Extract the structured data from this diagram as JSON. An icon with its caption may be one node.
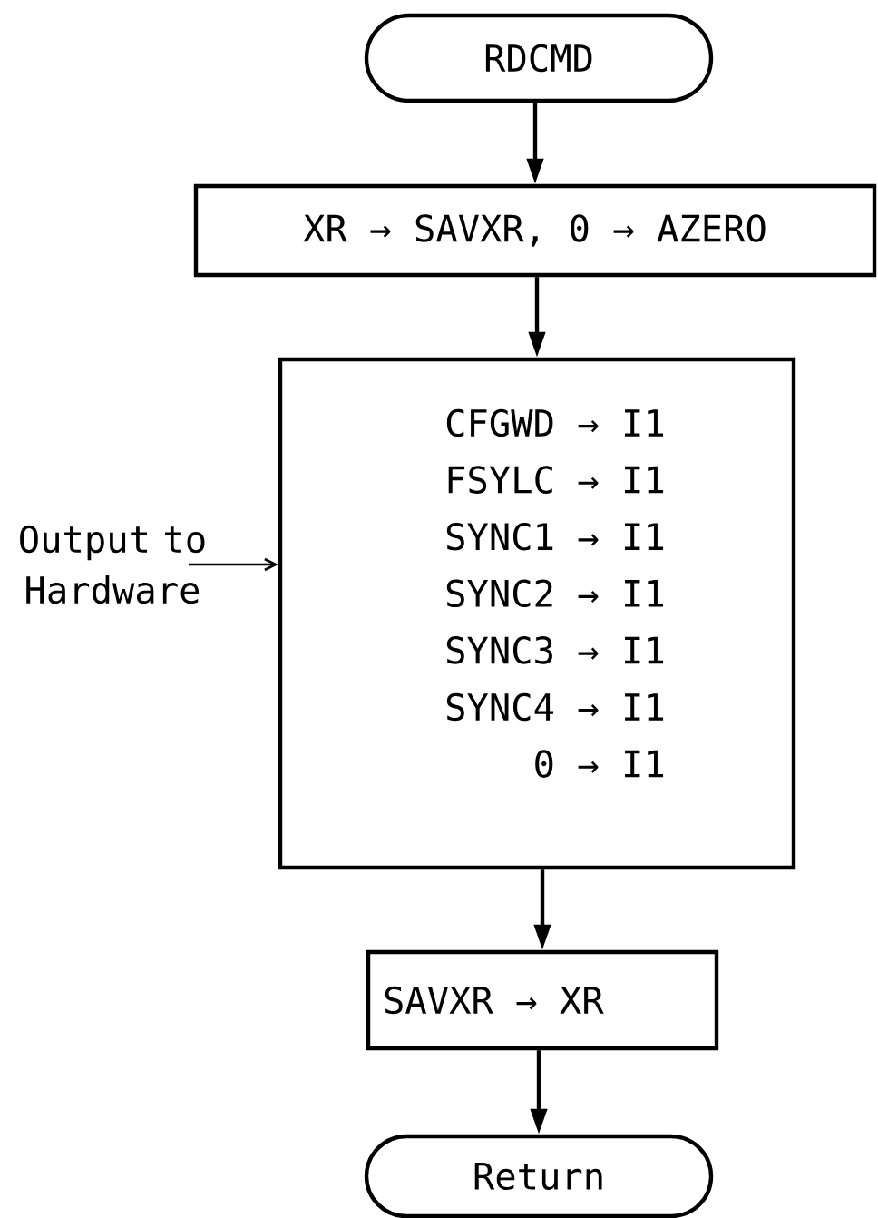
{
  "diagram": {
    "nodes": [
      {
        "text": [
          "RDCMD"
        ]
      },
      {
        "text": [
          "XR → SAVXR, 0 → AZERO"
        ]
      },
      {
        "text": [
          "CFGWD → I1",
          "FSYLC → I1",
          "SYNC1 → I1",
          "SYNC2 → I1",
          "SYNC3 → I1",
          "SYNC4 → I1",
          "0 → I1"
        ]
      },
      {
        "text": [
          "Output to Hardware"
        ]
      },
      {
        "text": [
          "SAVXR → XR"
        ]
      },
      {
        "text": [
          "Return"
        ]
      }
    ],
    "edges": [
      {
        "from": 0,
        "to": 1,
        "arrow": "to"
      },
      {
        "from": 1,
        "to": 2,
        "arrow": "to"
      },
      {
        "from": 3,
        "to": 2,
        "arrow": "to"
      },
      {
        "from": 2,
        "to": 4,
        "arrow": "to"
      },
      {
        "from": 4,
        "to": 5,
        "arrow": "to"
      }
    ]
  }
}
